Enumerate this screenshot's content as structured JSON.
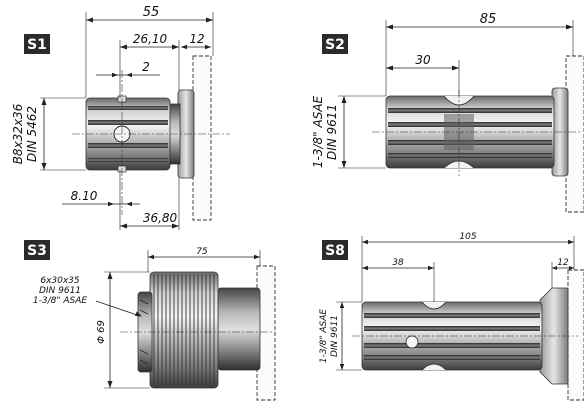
{
  "labels": {
    "s1": "S1",
    "s2": "S2",
    "s3": "S3",
    "s8": "S8"
  },
  "s1": {
    "dim_total": "55",
    "dim_mid": "26,10",
    "dim_end": "12",
    "dim_small": "2",
    "dim_left": "8.10",
    "dim_bottom": "36,80",
    "spec_line1": "B8x32x36",
    "spec_line2": "DIN 5462"
  },
  "s2": {
    "dim_total": "85",
    "dim_groove": "30",
    "spec_line1": "1-3/8\" ASAE",
    "spec_line2": "DIN 9611"
  },
  "s3": {
    "dim_total": "75",
    "spec_line1": "6x30x35",
    "spec_line2": "DIN 9611",
    "spec_line3": "1-3/8\" ASAE",
    "dim_diameter": "Φ 69"
  },
  "s8": {
    "dim_total": "105",
    "dim_groove": "38",
    "dim_end": "12",
    "spec_line1": "1-3/8\" ASAE",
    "spec_line2": "DIN 9611"
  },
  "colors": {
    "tag_background": "#2b2b2b",
    "metal_light": "#e8e8e8",
    "metal_dark": "#4a4a4a",
    "line": "#222222"
  }
}
